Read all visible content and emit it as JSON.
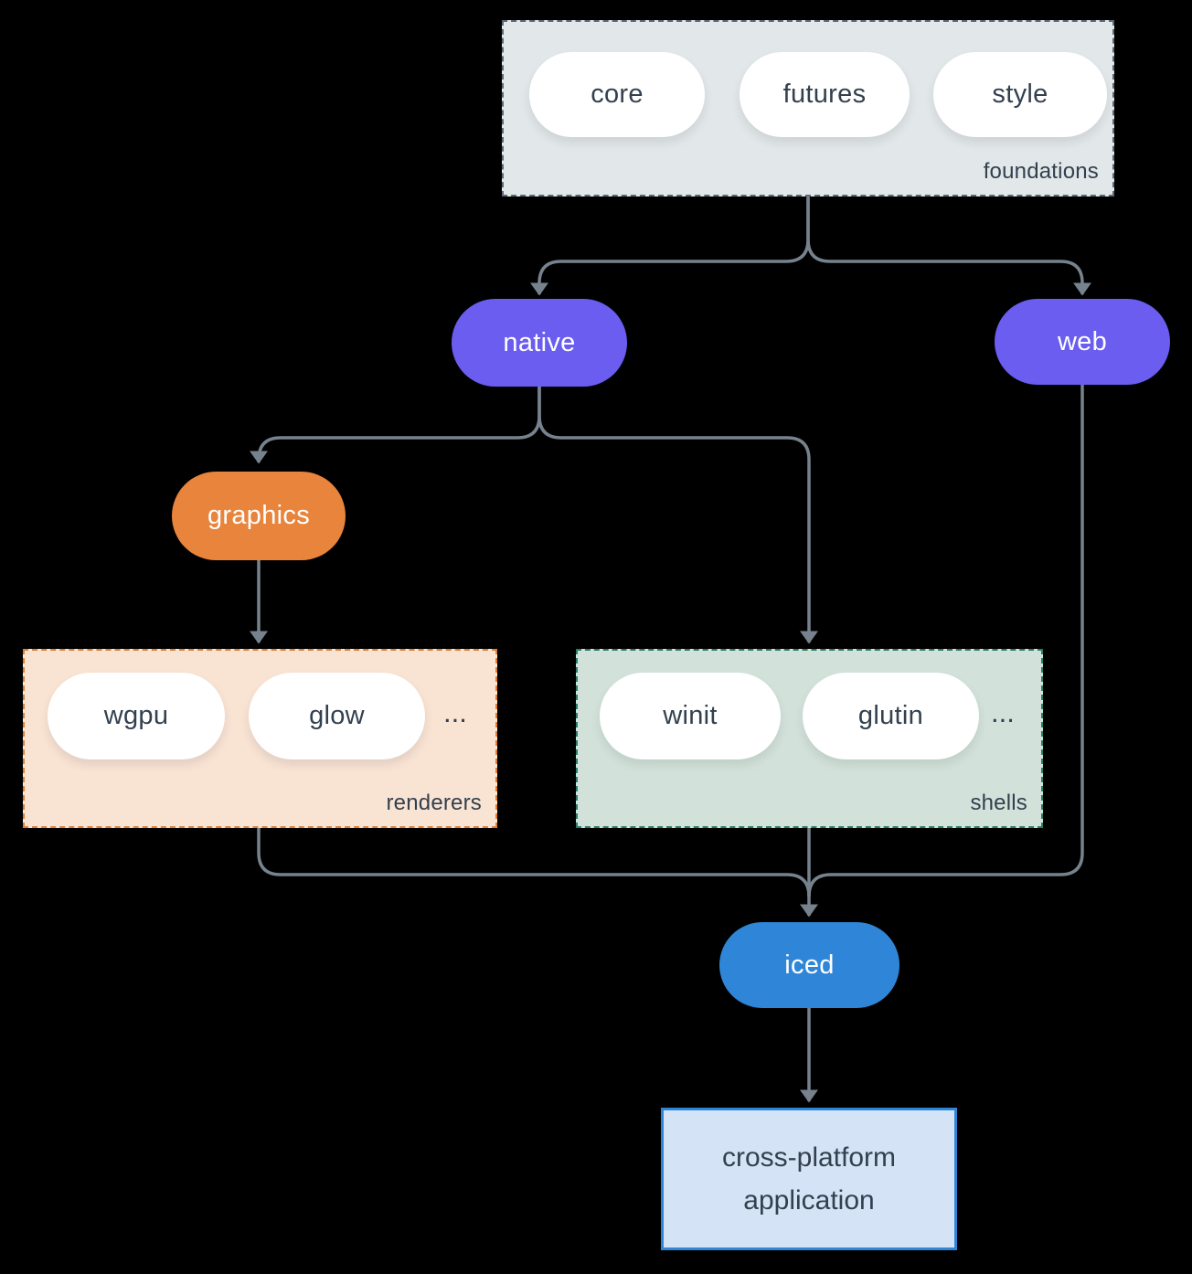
{
  "colors": {
    "background": "#000000",
    "edge": "#76828d",
    "text-dark": "#33404e",
    "text-light": "#ffffff",
    "node-purple": "#6a5df0",
    "node-orange": "#e8843c",
    "node-blue": "#2f86d8",
    "node-white": "#ffffff",
    "foundations-fill": "#e2e7e9",
    "foundations-border": "#5d6a76",
    "renderers-fill": "#f9e3d3",
    "renderers-border": "#e07f33",
    "shells-fill": "#d2e2da",
    "shells-border": "#2a7c68",
    "app-fill": "#d4e4f6",
    "app-border": "#2f86d8"
  },
  "clusters": {
    "foundations": {
      "label": "foundations"
    },
    "renderers": {
      "label": "renderers",
      "ellipsis": "..."
    },
    "shells": {
      "label": "shells",
      "ellipsis": "..."
    }
  },
  "nodes": {
    "core": {
      "label": "core"
    },
    "futures": {
      "label": "futures"
    },
    "style": {
      "label": "style"
    },
    "native": {
      "label": "native"
    },
    "web": {
      "label": "web"
    },
    "graphics": {
      "label": "graphics"
    },
    "wgpu": {
      "label": "wgpu"
    },
    "glow": {
      "label": "glow"
    },
    "winit": {
      "label": "winit"
    },
    "glutin": {
      "label": "glutin"
    },
    "iced": {
      "label": "iced"
    },
    "application": {
      "label": "cross-platform application"
    }
  }
}
